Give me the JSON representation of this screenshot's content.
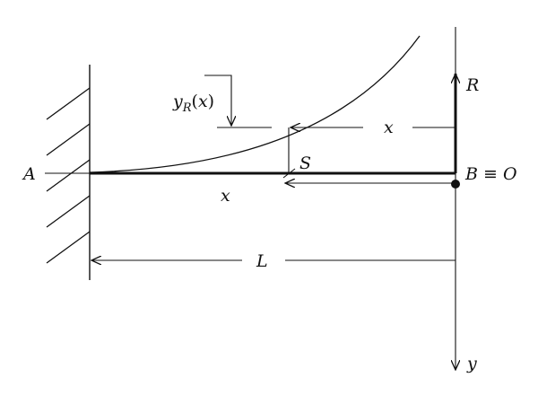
{
  "labels": {
    "point_a": "A",
    "point_b": "B ≡ O",
    "reaction": "R",
    "deflection_main": "y",
    "deflection_sub": "R",
    "deflection_arg_open": "(",
    "deflection_arg_var": "x",
    "deflection_arg_close": ")",
    "dim_x_top": "x",
    "section": "S",
    "axis_x": "x",
    "length": "L",
    "axis_y": "y"
  }
}
